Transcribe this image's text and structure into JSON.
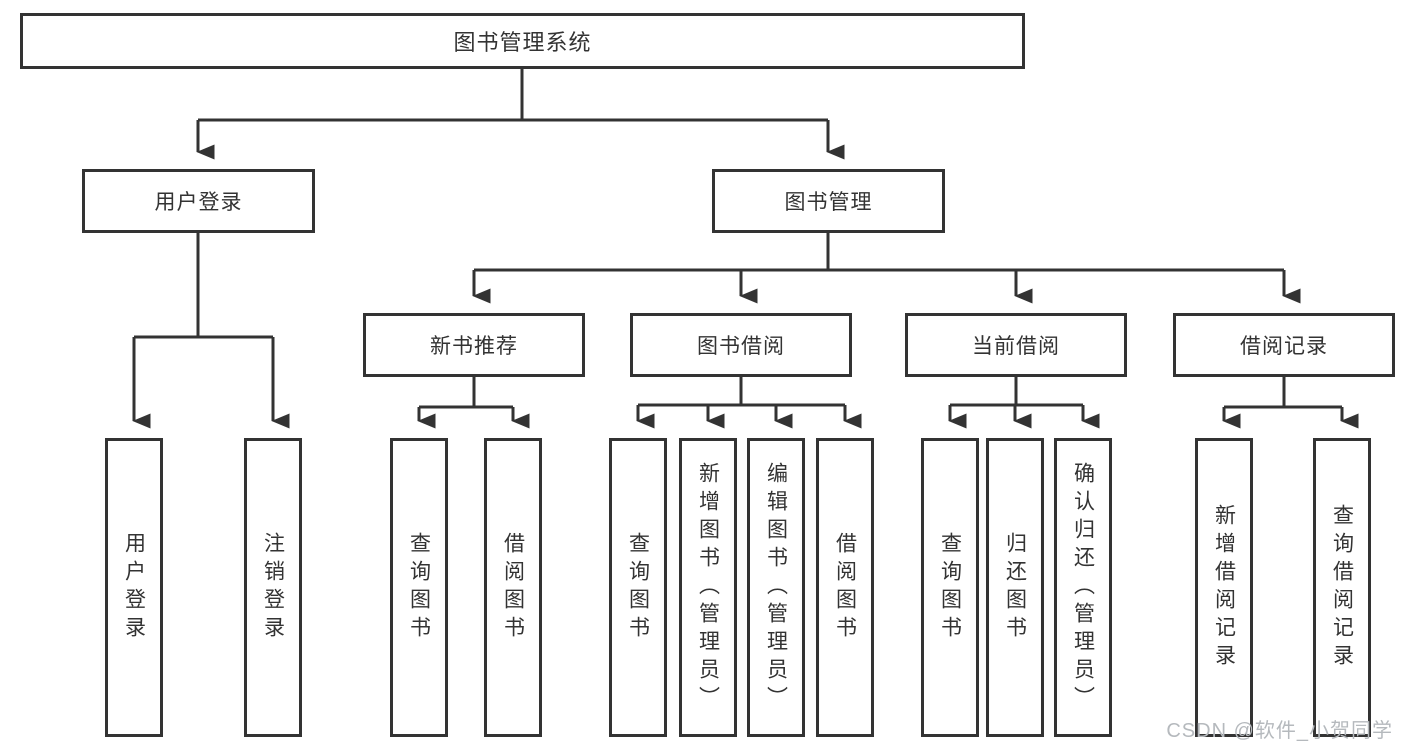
{
  "tree": {
    "label": "图书管理系统",
    "children": [
      {
        "label": "用户登录",
        "children": [
          {
            "label": "用户登录"
          },
          {
            "label": "注销登录"
          }
        ]
      },
      {
        "label": "图书管理",
        "children": [
          {
            "label": "新书推荐",
            "children": [
              {
                "label": "查询图书"
              },
              {
                "label": "借阅图书"
              }
            ]
          },
          {
            "label": "图书借阅",
            "children": [
              {
                "label": "查询图书"
              },
              {
                "label": "新增图书（管理员）"
              },
              {
                "label": "编辑图书（管理员）"
              },
              {
                "label": "借阅图书"
              }
            ]
          },
          {
            "label": "当前借阅",
            "children": [
              {
                "label": "查询图书"
              },
              {
                "label": "归还图书"
              },
              {
                "label": "确认归还（管理员）"
              }
            ]
          },
          {
            "label": "借阅记录",
            "children": [
              {
                "label": "新增借阅记录"
              },
              {
                "label": "查询借阅记录"
              }
            ]
          }
        ]
      }
    ]
  },
  "watermark": {
    "text": "CSDN @软件_小贺同学"
  },
  "colors": {
    "line": "#333333",
    "text": "#333333",
    "node_background": "#ffffff",
    "watermark": "#b5b9bd",
    "background": "#ffffff"
  }
}
